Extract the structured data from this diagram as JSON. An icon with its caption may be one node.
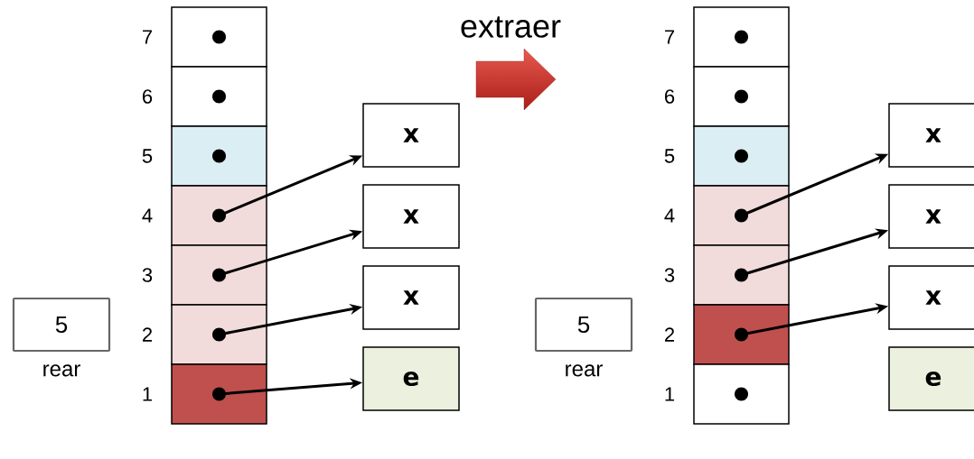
{
  "diagram": {
    "nodes": [
      {
        "text": [],
        "shape": "box"
      },
      {
        "text": [],
        "shape": "box"
      },
      {
        "text": [],
        "shape": "box"
      },
      {
        "text": [],
        "shape": "box"
      },
      {
        "text": [],
        "shape": "box"
      },
      {
        "text": [],
        "shape": "box"
      },
      {
        "text": [],
        "shape": "box"
      },
      {
        "text": [
          "x"
        ]
      },
      {
        "text": [
          "x"
        ]
      },
      {
        "text": [
          "x"
        ]
      },
      {
        "text": [
          "e"
        ]
      },
      {
        "text": [
          "5"
        ],
        "beside": [
          "rear"
        ]
      },
      {
        "text": [],
        "shape": "box"
      },
      {
        "text": [],
        "shape": "box"
      },
      {
        "text": [],
        "shape": "box"
      },
      {
        "text": [],
        "shape": "box"
      },
      {
        "text": [],
        "shape": "box"
      },
      {
        "text": [],
        "shape": "box"
      },
      {
        "text": [],
        "shape": "box"
      },
      {
        "text": [
          "x"
        ]
      },
      {
        "text": [
          "x"
        ]
      },
      {
        "text": [
          "x"
        ]
      },
      {
        "text": [
          "e"
        ]
      },
      {
        "text": [
          "5"
        ],
        "beside": [
          "rear"
        ]
      }
    ],
    "edges": [
      {
        "from": 3,
        "to": 7,
        "arrow": "to"
      },
      {
        "from": 4,
        "to": 8,
        "arrow": "to"
      },
      {
        "from": 5,
        "to": 9,
        "arrow": "to"
      },
      {
        "from": 6,
        "to": 10,
        "arrow": "to"
      },
      {
        "from": 15,
        "to": 19,
        "arrow": "to"
      },
      {
        "from": 16,
        "to": 20,
        "arrow": "to"
      },
      {
        "from": 17,
        "to": 21,
        "arrow": "to"
      }
    ],
    "labels": [
      "7",
      "6",
      "5",
      "4",
      "3",
      "2",
      "1",
      "extraer",
      "7",
      "6",
      "5",
      "4",
      "3",
      "2",
      "1"
    ]
  }
}
